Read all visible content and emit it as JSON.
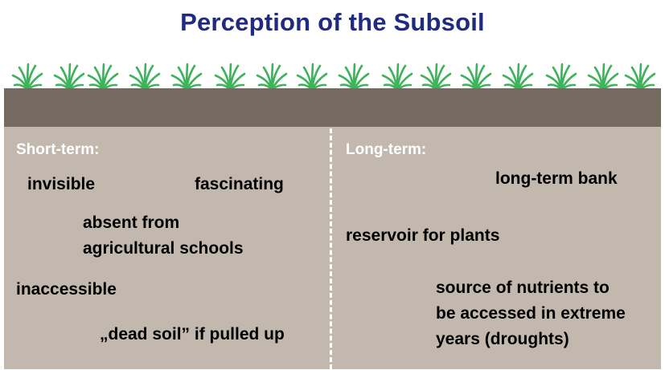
{
  "title": "Perception of the Subsoil",
  "colors": {
    "title": "#1f2a80",
    "topsoil": "#756a5f",
    "subsoil": "#c2b8ad",
    "grass": "#3db35b",
    "heading": "#ffffff"
  },
  "short_term": {
    "heading": "Short-term:",
    "items": {
      "invisible": "invisible",
      "fascinating": "fascinating",
      "absent_line1": "absent from",
      "absent_line2": "agricultural schools",
      "inaccessible": "inaccessible",
      "dead_soil": "„dead soil” if pulled up"
    }
  },
  "long_term": {
    "heading": "Long-term:",
    "items": {
      "bank": "long-term bank",
      "reservoir": "reservoir for plants",
      "source_line1": "source of nutrients to",
      "source_line2": "be accessed in extreme",
      "source_line3": "years (droughts)"
    }
  }
}
